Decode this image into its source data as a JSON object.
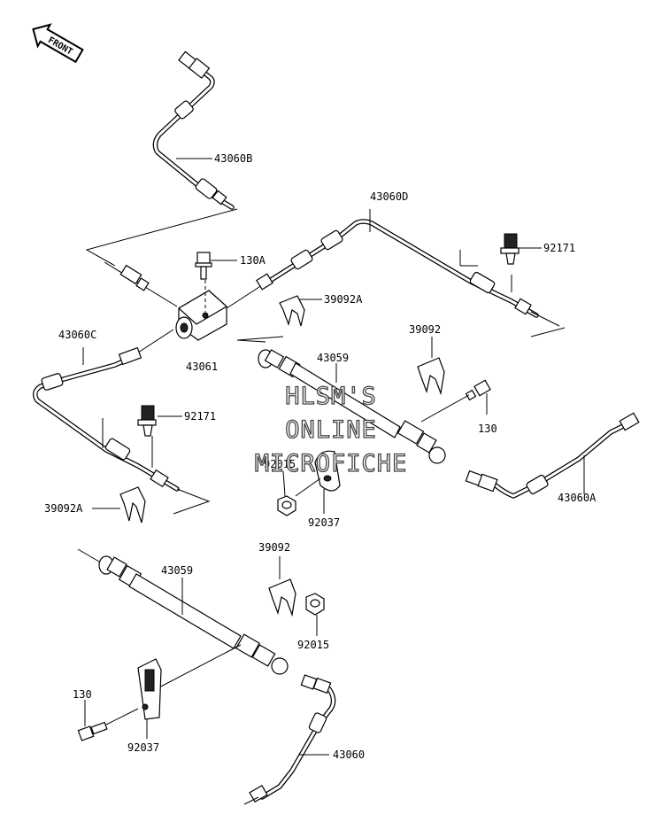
{
  "front_label": "FRONT",
  "parts": {
    "p43060B": "43060B",
    "p130A": "130A",
    "p43060D": "43060D",
    "p92171_upper": "92171",
    "p39092A_upper": "39092A",
    "p43060C": "43060C",
    "p43061": "43061",
    "p39092_upper": "39092",
    "p43059_upper": "43059",
    "p92171_left": "92171",
    "p130_right": "130",
    "p92015_upper": "92015",
    "p92037_upper": "92037",
    "p43060A": "43060A",
    "p39092A_lower": "39092A",
    "p39092_lower": "39092",
    "p43059_lower": "43059",
    "p92015_lower": "92015",
    "p130_lower": "130",
    "p92037_lower": "92037",
    "p43060": "43060"
  },
  "watermark": {
    "line1": "HLSM'S",
    "line2": "ONLINE",
    "line3": "MICROFICHE"
  }
}
